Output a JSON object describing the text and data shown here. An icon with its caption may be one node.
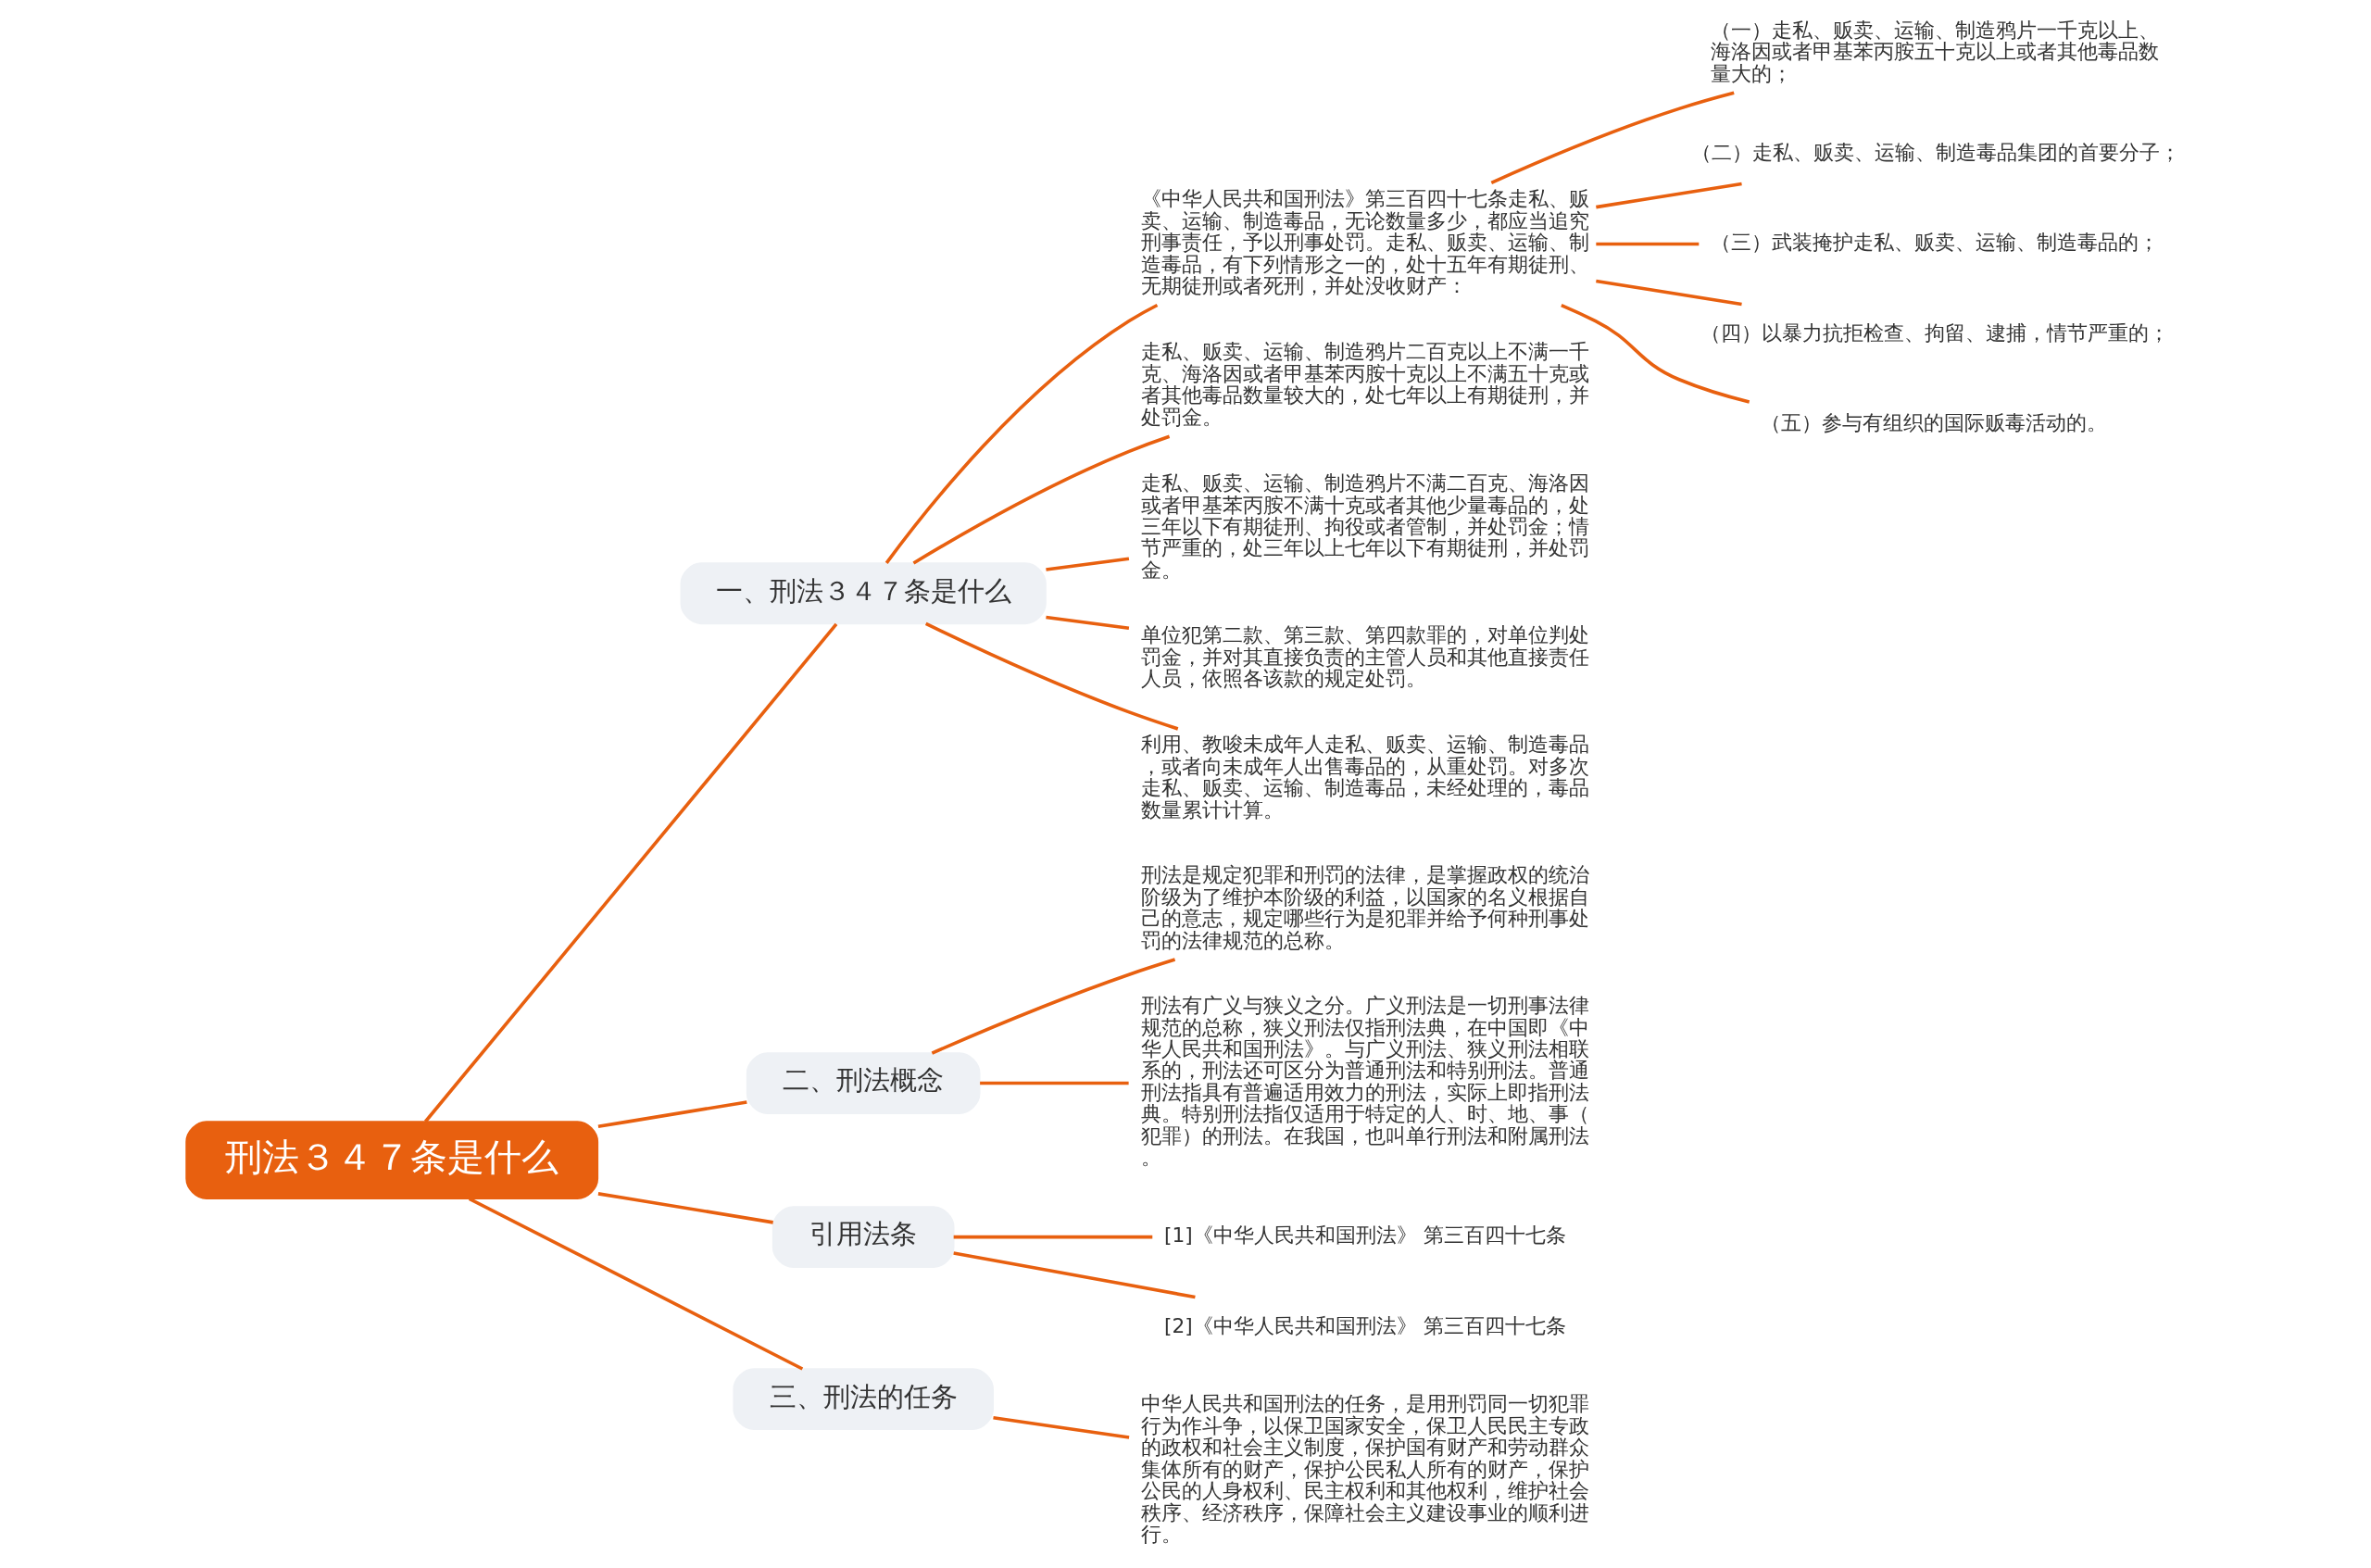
{
  "diagram": {
    "nodes": [
      {
        "text": [
          "刑法３４７条是什么"
        ]
      },
      {
        "text": [
          "一、刑法３４７条是什么"
        ]
      },
      {
        "text": [
          "《中华人民共和国刑法》第三百四十七条走私、贩卖、运输、制造毒品，无论数量多少，都应当追究刑事责任，予以刑事处罚。走私、贩卖、运输、制造毒品，有下列情形之一的，处十五年有期徒刑、无期徒刑或者死刑，并处没收财产："
        ]
      },
      {
        "text": [
          "（一）走私、贩卖、运输、制造鸦片一千克以上、海洛因或者甲基苯丙胺五十克以上或者其他毒品数量大的；"
        ]
      },
      {
        "text": [
          "（二）走私、贩卖、运输、制造毒品集团的首要分子；"
        ]
      },
      {
        "text": [
          "（三）武装掩护走私、贩卖、运输、制造毒品的；"
        ]
      },
      {
        "text": [
          "（四）以暴力抗拒检查、拘留、逮捕，情节严重的；"
        ]
      },
      {
        "text": [
          "（五）参与有组织的国际贩毒活动的。"
        ]
      },
      {
        "text": [
          "走私、贩卖、运输、制造鸦片二百克以上不满一千克、海洛因或者甲基苯丙胺十克以上不满五十克或者其他毒品数量较大的，处七年以上有期徒刑，并处罚金。"
        ]
      },
      {
        "text": [
          "走私、贩卖、运输、制造鸦片不满二百克、海洛因或者甲基苯丙胺不满十克或者其他少量毒品的，处三年以下有期徒刑、拘役或者管制，并处罚金；情节严重的，处三年以上七年以下有期徒刑，并处罚金。"
        ]
      },
      {
        "text": [
          "单位犯第二款、第三款、第四款罪的，对单位判处罚金，并对其直接负责的主管人员和其他直接责任人员，依照各该款的规定处罚。"
        ]
      },
      {
        "text": [
          "利用、教唆未成年人走私、贩卖、运输、制造毒品，或者向未成年人出售毒品的，从重处罚。对多次走私、贩卖、运输、制造毒品，未经处理的，毒品数量累计计算。"
        ]
      },
      {
        "text": [
          "二、刑法概念"
        ]
      },
      {
        "text": [
          "刑法是规定犯罪和刑罚的法律，是掌握政权的统治阶级为了维护本阶级的利益，以国家的名义根据自己的意志，规定哪些行为是犯罪并给予何种刑事处罚的法律规范的总称。"
        ]
      },
      {
        "text": [
          "刑法有广义与狭义之分。广义刑法是一切刑事法律规范的总称，狭义刑法仅指刑法典，在中国即《中华人民共和国刑法》。与广义刑法、狭义刑法相联系的，刑法还可区分为普通刑法和特别刑法。普通刑法指具有普遍适用效力的刑法，实际上即指刑法典。特别刑法指仅适用于特定的人、时、地、事（犯罪）的刑法。在我国，也叫单行刑法和附属刑法。"
        ]
      },
      {
        "text": [
          "引用法条"
        ]
      },
      {
        "text": [
          "[1]《中华人民共和国刑法》 第三百四十七条"
        ]
      },
      {
        "text": [
          "[2]《中华人民共和国刑法》 第三百四十七条"
        ]
      },
      {
        "text": [
          "三、刑法的任务"
        ]
      },
      {
        "text": [
          "中华人民共和国刑法的任务，是用刑罚同一切犯罪行为作斗争，以保卫国家安全，保卫人民民主专政的政权和社会主义制度，保护国有财产和劳动群众集体所有的财产，保护公民私人所有的财产，保护公民的人身权利、民主权利和其他权利，维护社会秩序、经济秩序，保障社会主义建设事业的顺利进行。"
        ]
      }
    ],
    "edges": [
      {
        "from": 0,
        "to": 1,
        "arrow": "none"
      },
      {
        "from": 1,
        "to": 2,
        "arrow": "none"
      },
      {
        "from": 2,
        "to": 3,
        "arrow": "none"
      },
      {
        "from": 2,
        "to": 4,
        "arrow": "none"
      },
      {
        "from": 2,
        "to": 5,
        "arrow": "none"
      },
      {
        "from": 2,
        "to": 6,
        "arrow": "none"
      },
      {
        "from": 2,
        "to": 7,
        "arrow": "none"
      },
      {
        "from": 1,
        "to": 8,
        "arrow": "none"
      },
      {
        "from": 1,
        "to": 9,
        "arrow": "none"
      },
      {
        "from": 1,
        "to": 10,
        "arrow": "none"
      },
      {
        "from": 1,
        "to": 11,
        "arrow": "none"
      },
      {
        "from": 0,
        "to": 12,
        "arrow": "none"
      },
      {
        "from": 12,
        "to": 13,
        "arrow": "none"
      },
      {
        "from": 12,
        "to": 14,
        "arrow": "none"
      },
      {
        "from": 0,
        "to": 15,
        "arrow": "none"
      },
      {
        "from": 15,
        "to": 16,
        "arrow": "none"
      },
      {
        "from": 15,
        "to": 17,
        "arrow": "none"
      },
      {
        "from": 0,
        "to": 18,
        "arrow": "none"
      },
      {
        "from": 18,
        "to": 19,
        "arrow": "none"
      }
    ]
  }
}
